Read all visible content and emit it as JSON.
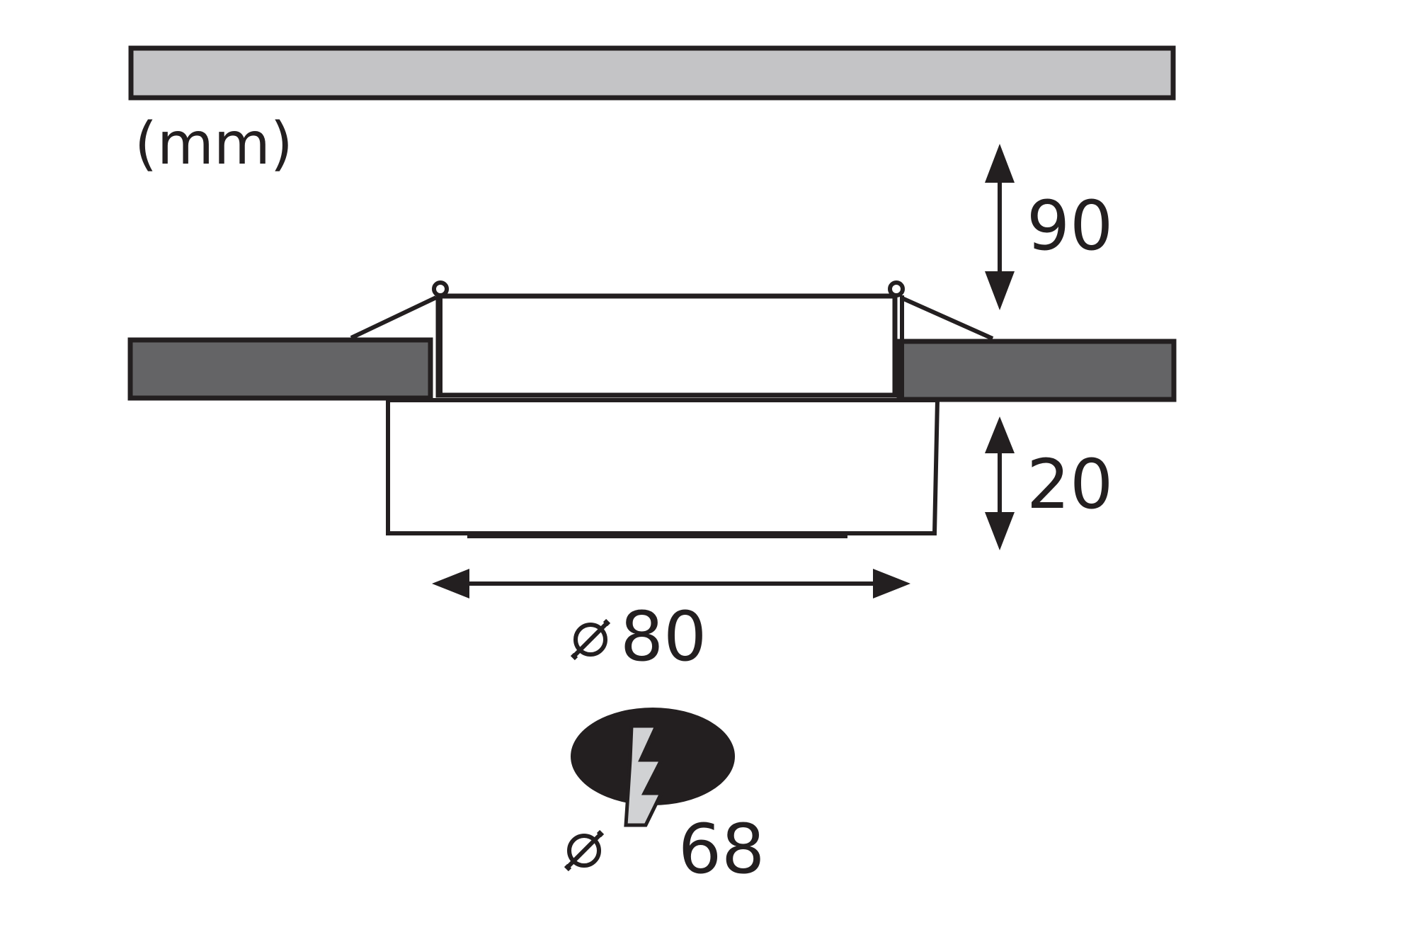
{
  "units": "(mm)",
  "dimensions": {
    "mounting_depth": "90",
    "visible_height": "20",
    "outer_diameter": "80",
    "cutout_diameter": "68"
  },
  "symbols": {
    "diameter": "diameter-icon",
    "cutout": "cutout-hole-icon",
    "lightning": "lightning-bolt-icon"
  },
  "colors": {
    "line": "#231f20",
    "panel_light": "#c4c4c6",
    "panel_dark": "#646466",
    "lightning_fill": "#d1d2d4",
    "background": "#ffffff"
  }
}
